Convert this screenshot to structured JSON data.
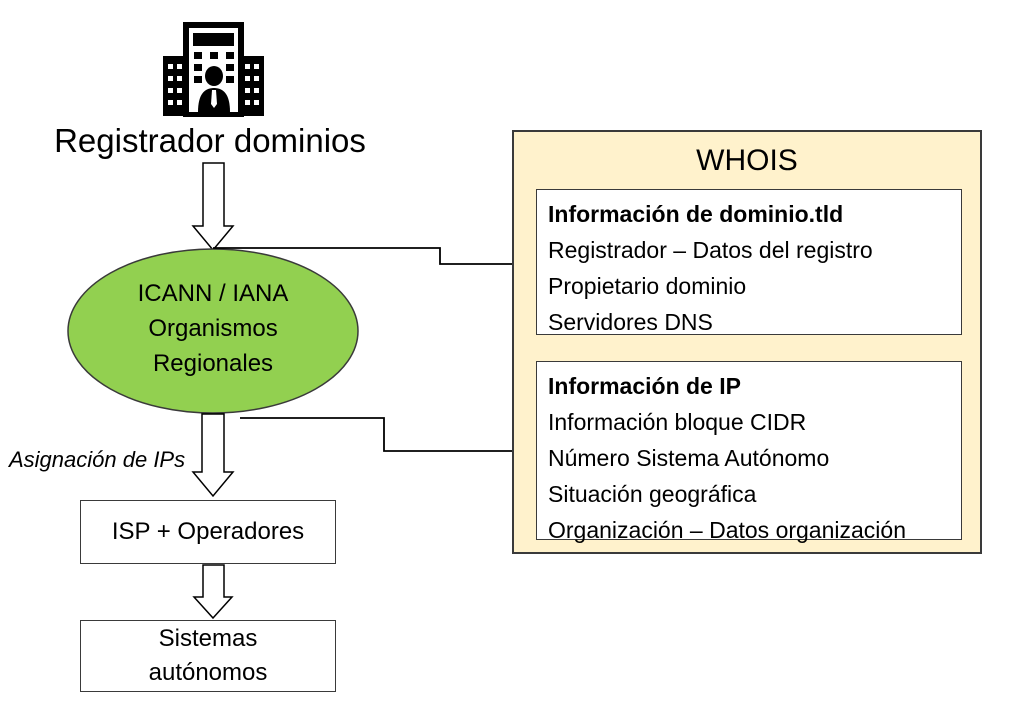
{
  "registrar": {
    "label": "Registrador dominios",
    "icon": "building-person-icon"
  },
  "icann": {
    "line1": "ICANN / IANA",
    "line2": "Organismos",
    "line3": "Regionales",
    "fill": "#92d050"
  },
  "assign_label": "Asignación de IPs",
  "isp": {
    "label": "ISP + Operadores"
  },
  "systems": {
    "line1": "Sistemas",
    "line2": "autónomos"
  },
  "whois": {
    "title": "WHOIS",
    "background": "#fff2cc",
    "domain_info": {
      "title": "Información de dominio.tld",
      "items": [
        "Registrador – Datos del registro",
        "Propietario dominio",
        "Servidores DNS"
      ]
    },
    "ip_info": {
      "title": "Información de IP",
      "items": [
        "Información bloque CIDR",
        "Número Sistema Autónomo",
        "Situación geográfica",
        "Organización – Datos organización"
      ]
    }
  }
}
